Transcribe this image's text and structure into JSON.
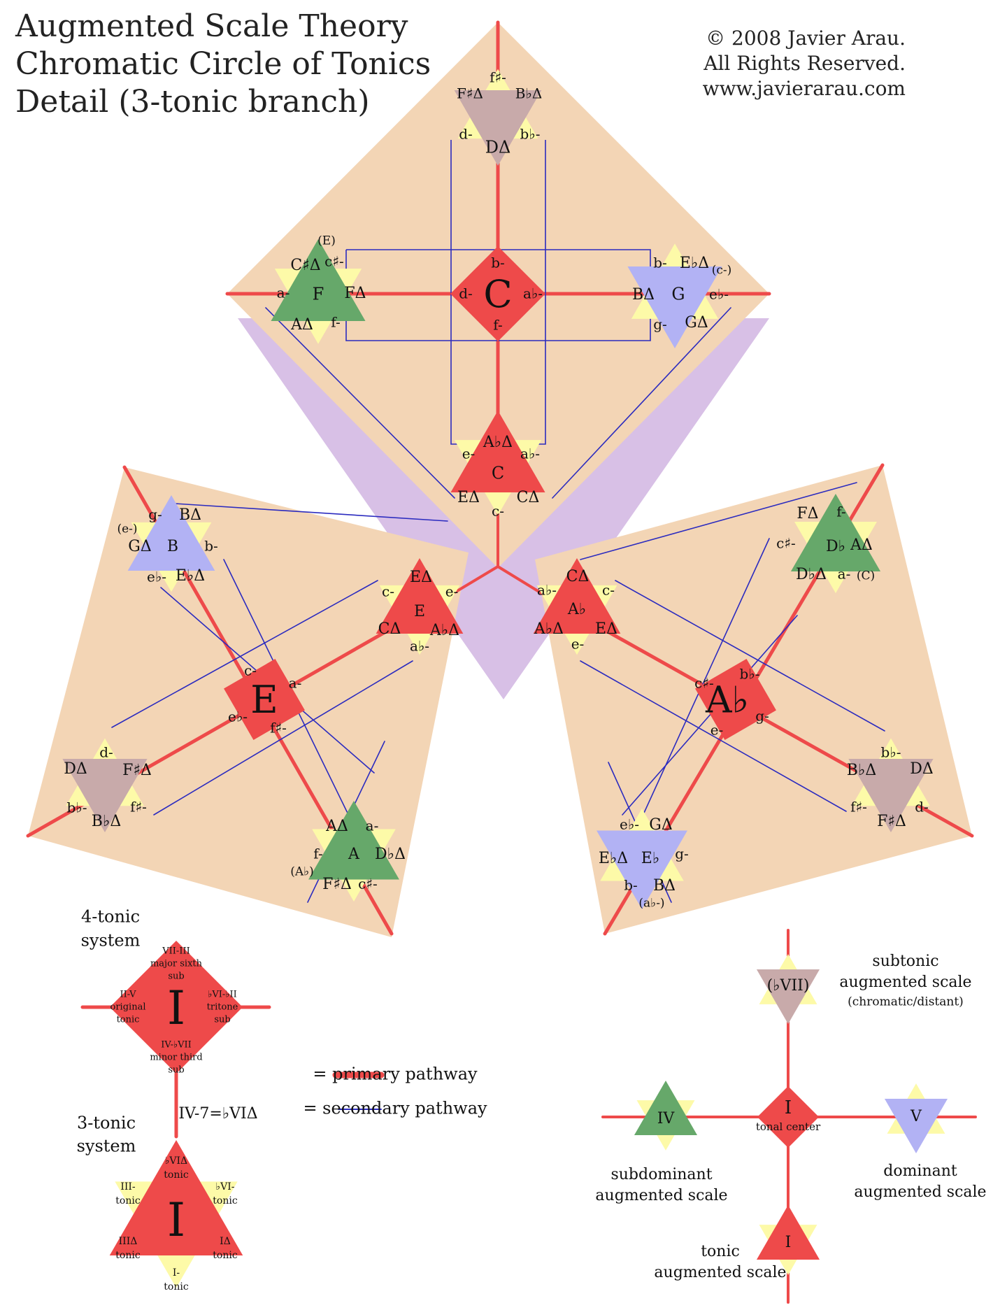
{
  "header": {
    "title_lines": [
      "Augmented Scale Theory",
      "Chromatic Circle of Tonics",
      "Detail (3-tonic branch)"
    ],
    "copyright_lines": [
      "© 2008 Javier Arau.",
      "All Rights Reserved.",
      "www.javierarau.com"
    ]
  },
  "colors": {
    "panel": "#f3d5b5",
    "center_triangle": "#d8c0e6",
    "tonic_red": "#ee4a4a",
    "subdominant_green": "#66a86a",
    "dominant_blue": "#b2b2f4",
    "subtonic_mauve": "#c8aaaa",
    "satellite_yellow": "#fdfaa8",
    "primary_pathway": "#ee4a4a",
    "secondary_pathway": "#2b2bbf"
  },
  "regions": {
    "top": {
      "c_diamond": {
        "center": "C",
        "top": "b-",
        "left": "d-",
        "right": "a♭-",
        "bottom": "f-"
      },
      "c_triangle": {
        "center": "C",
        "top": "A♭Δ",
        "bottom_left": "EΔ",
        "bottom_right": "CΔ",
        "left": "e-",
        "right": "a♭-",
        "bottom": "c-"
      },
      "d_triangle": {
        "center": "DΔ",
        "top": "f♯-",
        "top_left": "F♯Δ",
        "top_right": "B♭Δ",
        "left": "d-",
        "right": "b♭-"
      },
      "f_triangle": {
        "center": "F",
        "top_left": "C♯Δ",
        "top_right": "c♯-",
        "left": "a-",
        "right": "FΔ",
        "bottom_left": "AΔ",
        "bottom_right": "f-",
        "note": "(E)"
      },
      "g_triangle": {
        "center": "G",
        "left": "BΔ",
        "top_left": "b-",
        "top_right": "E♭Δ",
        "right": "e♭-",
        "bottom_left": "g-",
        "bottom_right": "GΔ",
        "note": "(c-)"
      }
    },
    "left": {
      "e_diamond": {
        "center": "E",
        "top": "c-",
        "right": "a-",
        "left": "e♭-",
        "bottom": "f♯-"
      },
      "e_triangle": {
        "center": "E",
        "top": "EΔ",
        "top_left": "c-",
        "top_right": "e-",
        "bottom_left": "CΔ",
        "bottom_right": "A♭Δ",
        "bottom": "a♭-"
      },
      "b_triangle": {
        "center": "B",
        "left": "GΔ",
        "top_left": "g-",
        "top_right": "BΔ",
        "right": "b-",
        "bottom_left": "e♭-",
        "bottom_right": "E♭Δ",
        "note": "(e-)"
      },
      "d_triangle": {
        "center": "",
        "top": "d-",
        "top_left": "DΔ",
        "top_right": "F♯Δ",
        "bottom_left": "b♭-",
        "bottom_right": "f♯-",
        "bottom": "B♭Δ"
      },
      "a_triangle": {
        "center": "A",
        "top_left": "AΔ",
        "top_right": "a-",
        "left": "f-",
        "right": "D♭Δ",
        "bottom_left": "F♯Δ",
        "bottom_right": "c♯-",
        "note": "(A♭)"
      }
    },
    "right": {
      "ab_diamond": {
        "center": "A♭",
        "top": "b♭-",
        "left": "c♯-",
        "right": "g-",
        "bottom": "e-"
      },
      "ab_triangle": {
        "center": "A♭",
        "top": "CΔ",
        "top_left": "a♭-",
        "top_right": "c-",
        "bottom_left": "A♭Δ",
        "bottom_right": "EΔ",
        "bottom": "e-"
      },
      "db_triangle": {
        "center": "D♭",
        "top_left": "FΔ",
        "top_right": "f-",
        "left": "c♯-",
        "right": "AΔ",
        "bottom_left": "D♭Δ",
        "bottom_right": "a-",
        "note": "(C)"
      },
      "bb_triangle": {
        "center": "",
        "top": "b♭-",
        "top_left": "B♭Δ",
        "top_right": "DΔ",
        "bottom_left": "f♯-",
        "bottom_right": "d-",
        "bottom": "F♯Δ"
      },
      "eb_triangle": {
        "center": "E♭",
        "top_left": "e♭-",
        "top_right": "GΔ",
        "left": "E♭Δ",
        "right": "g-",
        "bottom_left": "b-",
        "bottom_right": "BΔ",
        "note": "(a♭-)"
      }
    }
  },
  "legend_systems": {
    "four_tonic_label": [
      "4-tonic",
      "system"
    ],
    "diamond": {
      "center": "I",
      "top": [
        "VII-III",
        "major sixth",
        "sub"
      ],
      "left": [
        "II-V",
        "original",
        "tonic"
      ],
      "right": [
        "♭VI-♭II",
        "tritone",
        "sub"
      ],
      "bottom": [
        "IV-♭VII",
        "minor third",
        "sub"
      ]
    },
    "link_label": "IV-7=♭VIΔ",
    "three_tonic_label": [
      "3-tonic",
      "system"
    ],
    "triangle": {
      "center": "I",
      "top": [
        "♭VIΔ",
        "tonic"
      ],
      "left": [
        "III-",
        "tonic"
      ],
      "right": [
        "♭VI-",
        "tonic"
      ],
      "bottom_left": [
        "IIIΔ",
        "tonic"
      ],
      "bottom_right": [
        "IΔ",
        "tonic"
      ],
      "bottom": [
        "I-",
        "tonic"
      ]
    }
  },
  "legend_pathways": {
    "primary": "= primary pathway",
    "secondary": "= secondary pathway"
  },
  "legend_scales": {
    "subtonic": {
      "symbol": "(♭VII)",
      "label": [
        "subtonic",
        "augmented scale"
      ],
      "sub": "(chromatic/distant)"
    },
    "subdominant": {
      "symbol": "IV",
      "label": [
        "subdominant",
        "augmented scale"
      ]
    },
    "tonal_center": {
      "symbol": "I",
      "label": "tonal center"
    },
    "dominant": {
      "symbol": "V",
      "label": [
        "dominant",
        "augmented scale"
      ]
    },
    "tonic": {
      "symbol": "I",
      "label": [
        "tonic",
        "augmented scale"
      ]
    }
  }
}
